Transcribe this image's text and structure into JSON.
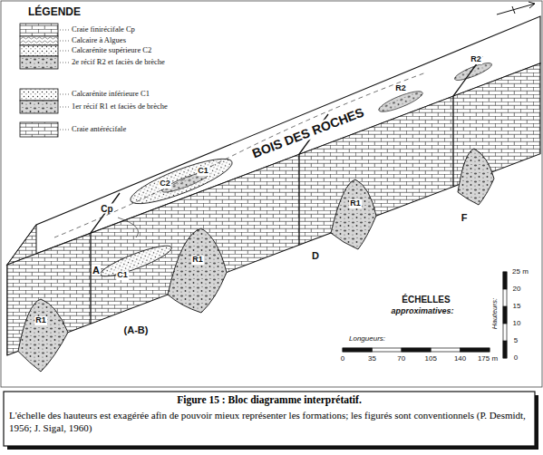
{
  "diagram": {
    "title": "Figure 15 : Bloc diagramme interprétatif.",
    "caption": "L'échelle des hauteurs est exagérée afin de pouvoir mieux représenter les formations; les figurés sont conventionnels (P. Desmidt, 1956; J. Sigal, 1960)",
    "labels": [
      "LÉGENDE",
      "BOIS DES ROCHES",
      "Cp",
      "C2",
      "C1",
      "R2",
      "R2",
      "R1",
      "F",
      "D",
      "A",
      "C1",
      "R1",
      "R1",
      "(A-B)",
      "ÉCHELLES",
      "approximatives:",
      "Longueurs:",
      "0",
      "35",
      "70",
      "105",
      "140",
      "175 m",
      "Hauteurs:",
      "25 m",
      "20",
      "15",
      "10",
      "5",
      "0"
    ],
    "legend": [
      {
        "text": "Craie finirécifale Cp"
      },
      {
        "text": "Calcaire à Algues"
      },
      {
        "text": "Calcarénite supérieure C2"
      },
      {
        "text": "2e récif R2 et faciès de brèche"
      },
      {
        "text": "Calcarénite inférieure C1"
      },
      {
        "text": "1er récif R1 et faciès de brèche"
      },
      {
        "text": "Craie antérécifale"
      }
    ]
  }
}
